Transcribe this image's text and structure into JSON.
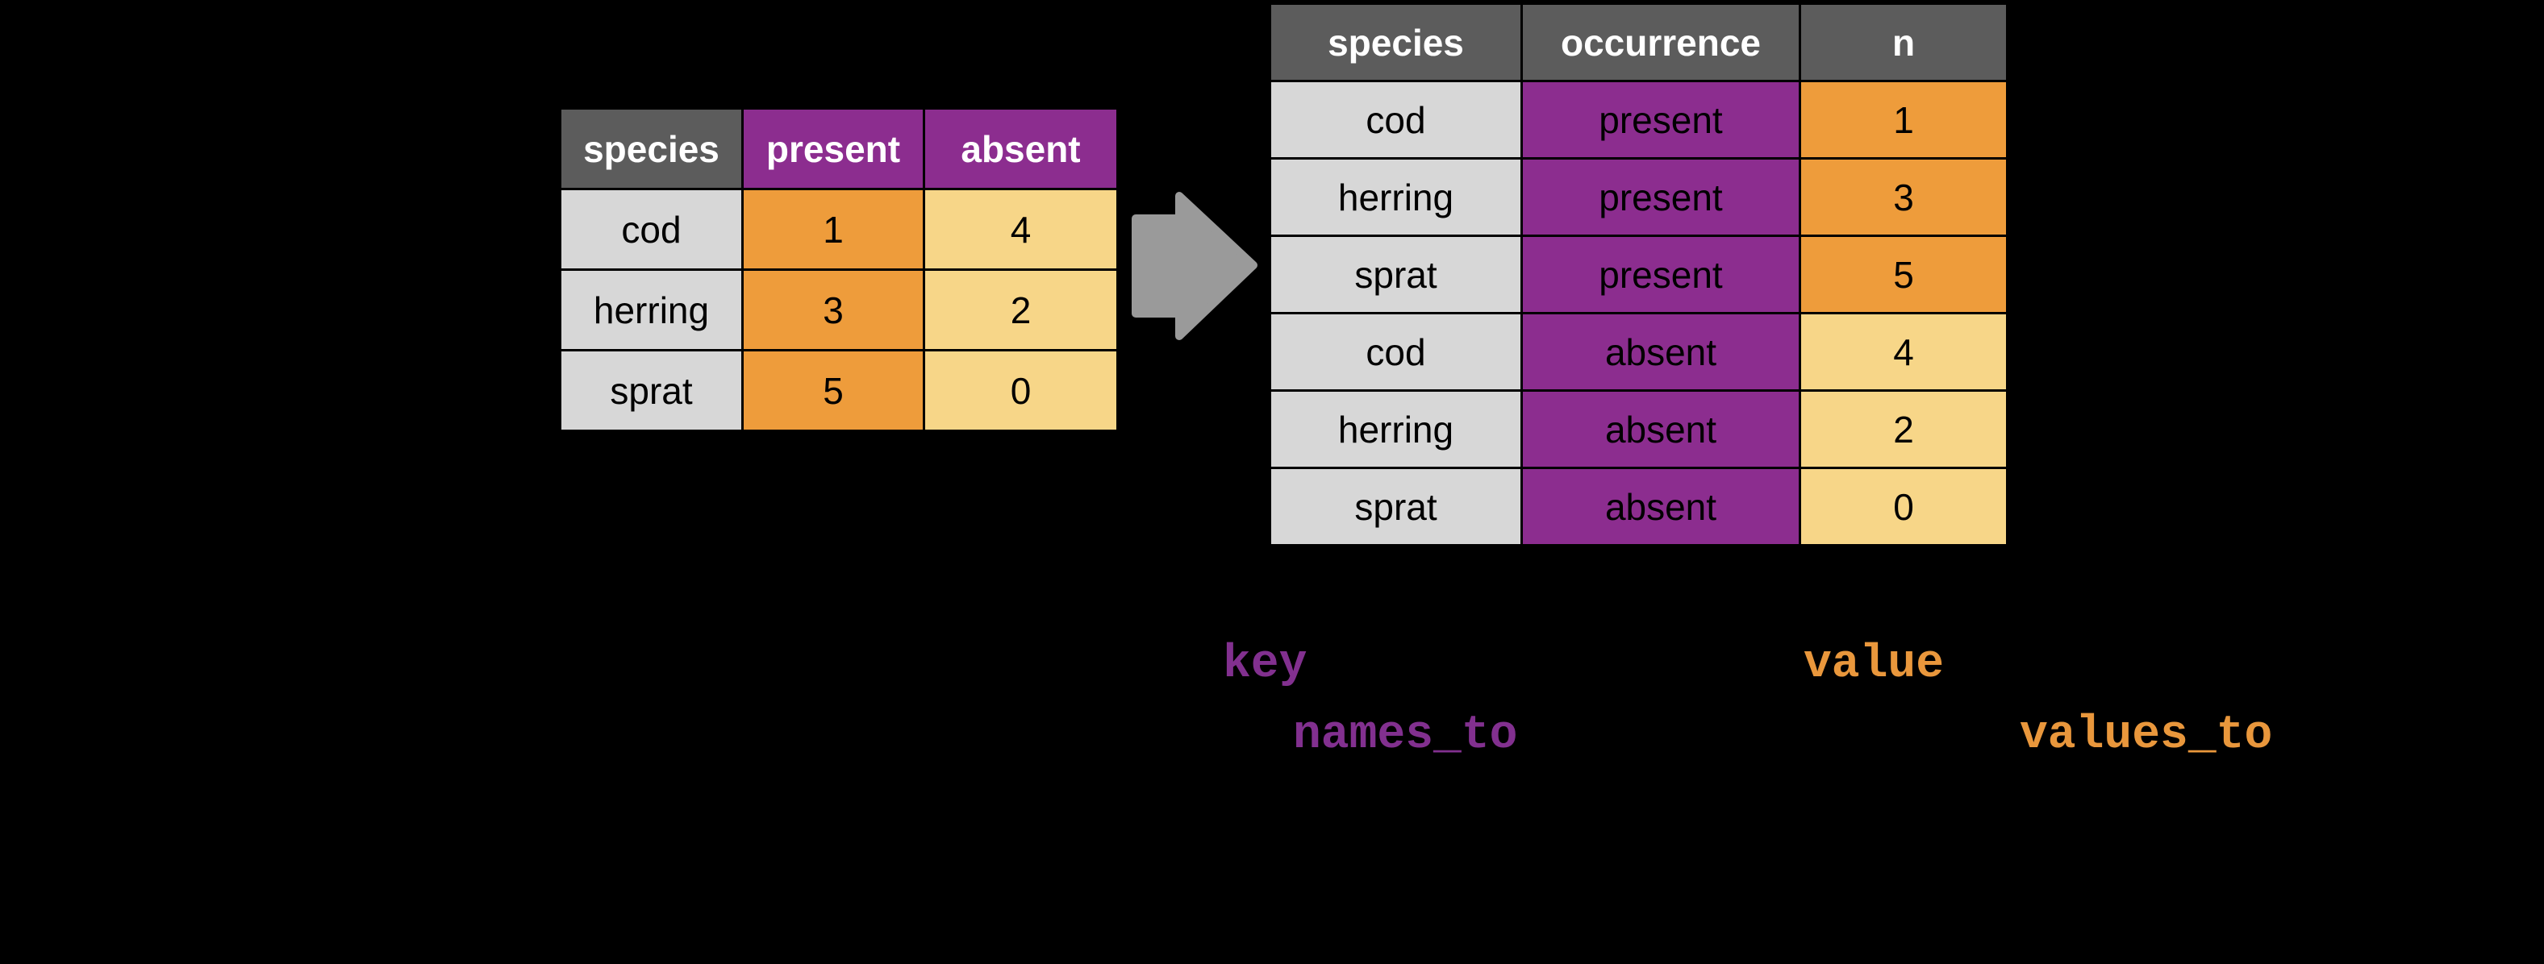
{
  "colors": {
    "background": "#000000",
    "header_gray": "#5c5c5c",
    "purple": "#8c2d8f",
    "orange": "#ee9c3b",
    "yellow": "#f7d688",
    "light_gray": "#d7d7d7",
    "arrow_gray": "#9a9a9a",
    "code_purple": "#82308f",
    "code_orange": "#e9973c",
    "header_text": "#ffffff",
    "cell_text": "#000000"
  },
  "wide_table": {
    "header": [
      {
        "label": "species",
        "color": "header_gray"
      },
      {
        "label": "present",
        "color": "purple"
      },
      {
        "label": "absent",
        "color": "purple"
      }
    ],
    "rows": [
      [
        {
          "text": "cod",
          "color": "light_gray"
        },
        {
          "text": "1",
          "color": "orange"
        },
        {
          "text": "4",
          "color": "yellow"
        }
      ],
      [
        {
          "text": "herring",
          "color": "light_gray"
        },
        {
          "text": "3",
          "color": "orange"
        },
        {
          "text": "2",
          "color": "yellow"
        }
      ],
      [
        {
          "text": "sprat",
          "color": "light_gray"
        },
        {
          "text": "5",
          "color": "orange"
        },
        {
          "text": "0",
          "color": "yellow"
        }
      ]
    ]
  },
  "long_table": {
    "header": [
      {
        "label": "species",
        "color": "header_gray"
      },
      {
        "label": "occurrence",
        "color": "header_gray"
      },
      {
        "label": "n",
        "color": "header_gray"
      }
    ],
    "rows": [
      [
        {
          "text": "cod",
          "color": "light_gray"
        },
        {
          "text": "present",
          "color": "purple"
        },
        {
          "text": "1",
          "color": "orange"
        }
      ],
      [
        {
          "text": "herring",
          "color": "light_gray"
        },
        {
          "text": "present",
          "color": "purple"
        },
        {
          "text": "3",
          "color": "orange"
        }
      ],
      [
        {
          "text": "sprat",
          "color": "light_gray"
        },
        {
          "text": "present",
          "color": "purple"
        },
        {
          "text": "5",
          "color": "orange"
        }
      ],
      [
        {
          "text": "cod",
          "color": "light_gray"
        },
        {
          "text": "absent",
          "color": "purple"
        },
        {
          "text": "4",
          "color": "yellow"
        }
      ],
      [
        {
          "text": "herring",
          "color": "light_gray"
        },
        {
          "text": "absent",
          "color": "purple"
        },
        {
          "text": "2",
          "color": "yellow"
        }
      ],
      [
        {
          "text": "sprat",
          "color": "light_gray"
        },
        {
          "text": "absent",
          "color": "purple"
        },
        {
          "text": "0",
          "color": "yellow"
        }
      ]
    ]
  },
  "arrow": {
    "icon": "right-arrow",
    "color": "arrow_gray"
  },
  "labels": {
    "key": "key",
    "value": "value",
    "names_to": "names_to",
    "values_to": "values_to"
  }
}
